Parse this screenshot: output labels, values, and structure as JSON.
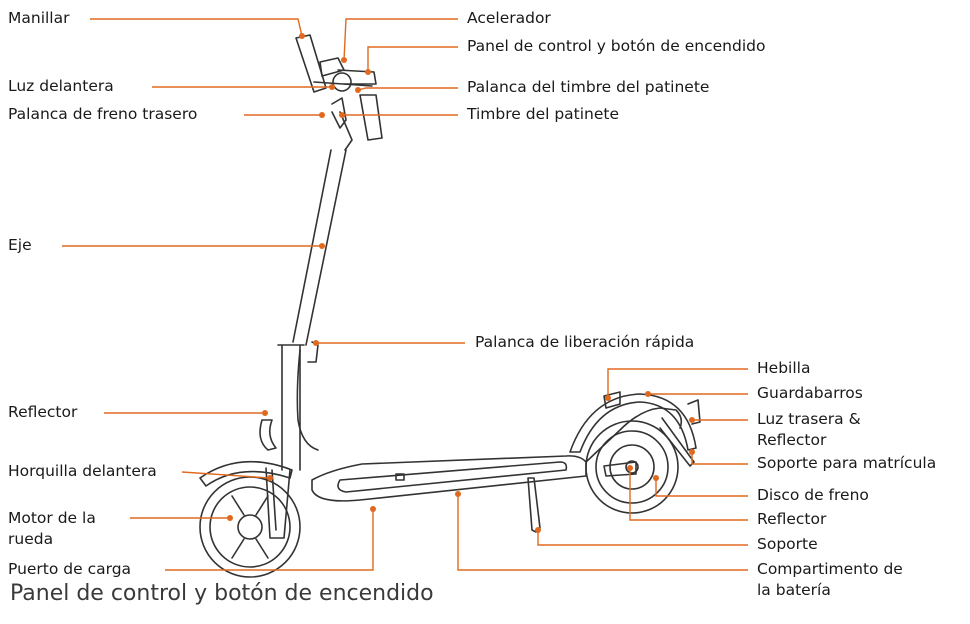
{
  "colors": {
    "leader": "#e0691f",
    "outline": "#333333",
    "text": "#1a1a1a"
  },
  "labels": {
    "manillar": "Manillar",
    "luz_delantera": "Luz delantera",
    "palanca_freno": "Palanca de freno trasero",
    "eje": "Eje",
    "reflector_izq": "Reflector",
    "horquilla": "Horquilla delantera",
    "motor_1": "Motor de la",
    "motor_2": "rueda",
    "puerto": "Puerto de carga",
    "acelerador": "Acelerador",
    "panel": "Panel de control y botón de encendido",
    "palanca_timbre": "Palanca del timbre del patinete",
    "timbre": "Timbre del patinete",
    "liberacion": "Palanca de liberación rápida",
    "hebilla": "Hebilla",
    "guardabarros": "Guardabarros",
    "luz_trasera_1": "Luz trasera &",
    "luz_trasera_2": "Reflector",
    "soporte_matricula": "Soporte para matrícula",
    "disco": "Disco de freno",
    "reflector_der": "Reflector",
    "soporte": "Soporte",
    "bateria_1": "Compartimento de",
    "bateria_2": "la batería"
  },
  "caption": "Panel de control y botón de encendido"
}
